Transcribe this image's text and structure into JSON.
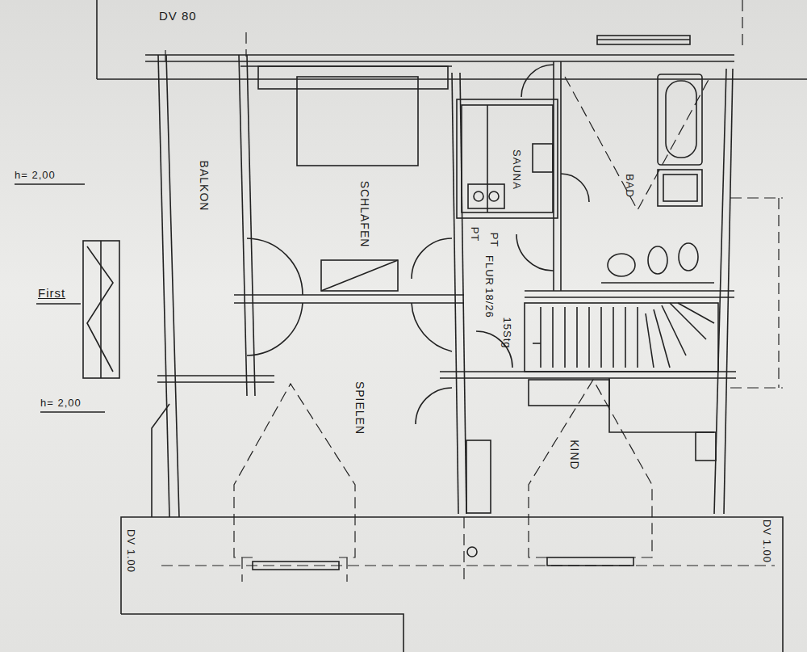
{
  "diagram": {
    "labels": [
      "DV 80",
      "h= 2,00",
      "BALKON",
      "SCHLAFEN",
      "SAUNA",
      "BAD",
      "PT",
      "PT",
      "FLUR",
      "18/26",
      "15Stg",
      "First",
      "h= 2,00",
      "SPIELEN",
      "KIND",
      "DV 1.00",
      "DV 1.00"
    ]
  }
}
